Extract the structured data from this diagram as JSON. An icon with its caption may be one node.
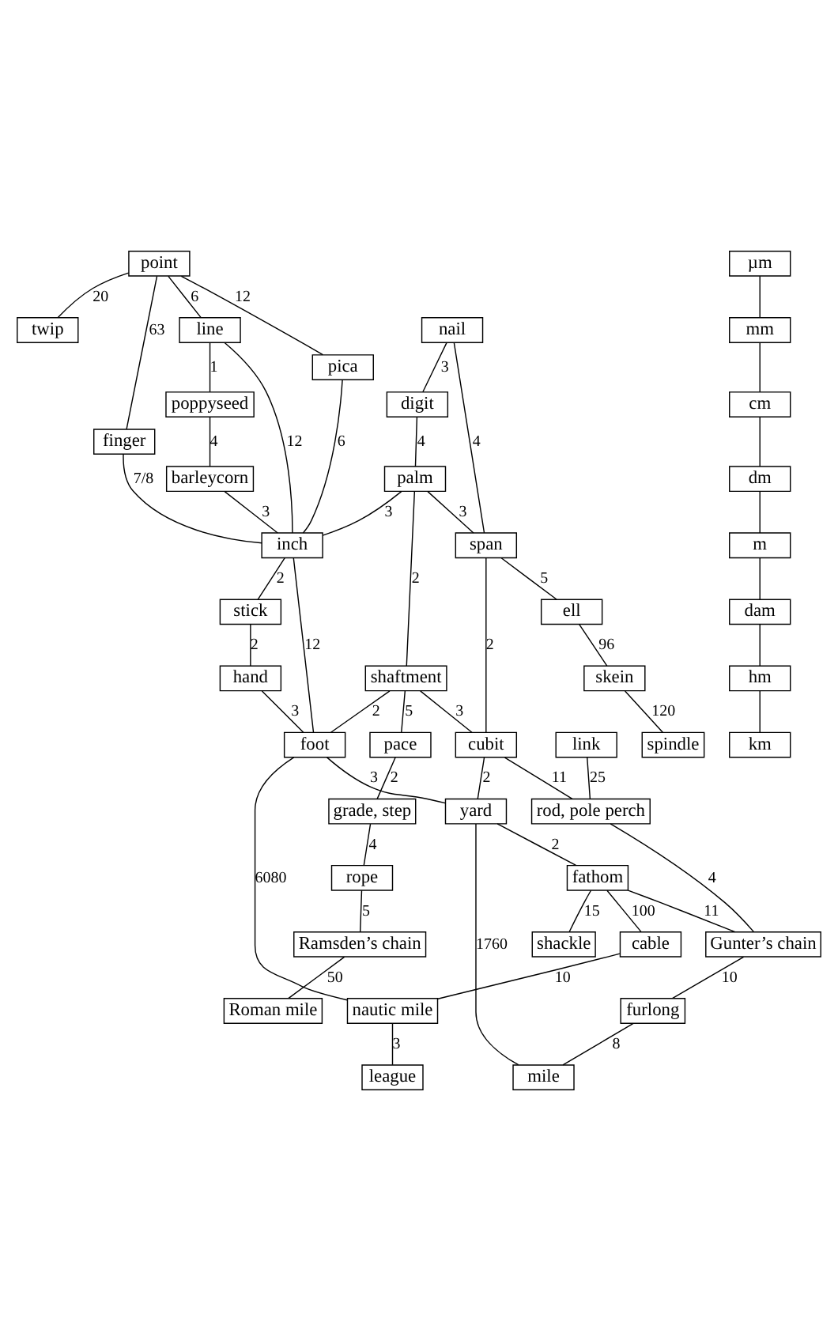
{
  "diagram": {
    "nodes": [
      {
        "text": [
          "twip"
        ]
      },
      {
        "text": [
          "point"
        ]
      },
      {
        "text": [
          "µm"
        ]
      },
      {
        "text": [
          "pica"
        ]
      },
      {
        "text": [
          "line"
        ]
      },
      {
        "text": [
          "poppyseed"
        ]
      },
      {
        "text": [
          "mm"
        ]
      },
      {
        "text": [
          "barleycorn"
        ]
      },
      {
        "text": [
          "digit"
        ]
      },
      {
        "text": [
          "finger"
        ]
      },
      {
        "text": [
          "inch"
        ]
      },
      {
        "text": [
          "nail"
        ]
      },
      {
        "text": [
          "stick"
        ]
      },
      {
        "text": [
          "cm"
        ]
      },
      {
        "text": [
          "palm"
        ]
      },
      {
        "text": [
          "hand"
        ]
      },
      {
        "text": [
          "link"
        ]
      },
      {
        "text": [
          "shaftment"
        ]
      },
      {
        "text": [
          "span"
        ]
      },
      {
        "text": [
          "foot"
        ]
      },
      {
        "text": [
          "cubit"
        ]
      },
      {
        "text": [
          "dm"
        ]
      },
      {
        "text": [
          "pace"
        ]
      },
      {
        "text": [
          "yard"
        ]
      },
      {
        "text": [
          "ell"
        ]
      },
      {
        "text": [
          "grade, step"
        ]
      },
      {
        "text": [
          "fathom"
        ]
      },
      {
        "text": [
          "rod, pole perch"
        ]
      },
      {
        "text": [
          "rope"
        ]
      },
      {
        "text": [
          "m"
        ]
      },
      {
        "text": [
          "Ramsden’s chain"
        ]
      },
      {
        "text": [
          "Gunter’s chain"
        ]
      },
      {
        "text": [
          "shackle"
        ]
      },
      {
        "text": [
          "dam"
        ]
      },
      {
        "text": [
          "skein"
        ]
      },
      {
        "text": [
          "furlong"
        ]
      },
      {
        "text": [
          "cable"
        ]
      },
      {
        "text": [
          "hm"
        ]
      },
      {
        "text": [
          "Roman mile"
        ]
      },
      {
        "text": [
          "mile"
        ]
      },
      {
        "text": [
          "nautic mile"
        ]
      },
      {
        "text": [
          "km"
        ]
      },
      {
        "text": [
          "league"
        ]
      },
      {
        "text": [
          "spindle"
        ]
      }
    ],
    "edges": [
      {
        "from": 1,
        "to": 0,
        "arrow": "none",
        "label": "20"
      },
      {
        "from": 1,
        "to": 3,
        "arrow": "none",
        "label": "12"
      },
      {
        "from": 1,
        "to": 4,
        "arrow": "none",
        "label": "6"
      },
      {
        "from": 1,
        "to": 9,
        "arrow": "none",
        "label": "63"
      },
      {
        "from": 4,
        "to": 5,
        "arrow": "none",
        "label": "1"
      },
      {
        "from": 5,
        "to": 7,
        "arrow": "none",
        "label": "4"
      },
      {
        "from": 4,
        "to": 10,
        "arrow": "none",
        "label": "12"
      },
      {
        "from": 3,
        "to": 10,
        "arrow": "none",
        "label": "6"
      },
      {
        "from": 7,
        "to": 10,
        "arrow": "none",
        "label": "3"
      },
      {
        "from": 9,
        "to": 10,
        "arrow": "none",
        "label": "7/8"
      },
      {
        "from": 10,
        "to": 12,
        "arrow": "none",
        "label": "2"
      },
      {
        "from": 11,
        "to": 8,
        "arrow": "none",
        "label": "3"
      },
      {
        "from": 8,
        "to": 14,
        "arrow": "none",
        "label": "4"
      },
      {
        "from": 14,
        "to": 10,
        "arrow": "none",
        "label": "3"
      },
      {
        "from": 11,
        "to": 18,
        "arrow": "none",
        "label": "4"
      },
      {
        "from": 14,
        "to": 18,
        "arrow": "none",
        "label": "3"
      },
      {
        "from": 10,
        "to": 19,
        "arrow": "none",
        "label": "12"
      },
      {
        "from": 12,
        "to": 15,
        "arrow": "none",
        "label": "2"
      },
      {
        "from": 15,
        "to": 19,
        "arrow": "none",
        "label": "3"
      },
      {
        "from": 14,
        "to": 17,
        "arrow": "none",
        "label": "2"
      },
      {
        "from": 17,
        "to": 20,
        "arrow": "none",
        "label": "3"
      },
      {
        "from": 17,
        "to": 19,
        "arrow": "none",
        "label": "2"
      },
      {
        "from": 17,
        "to": 22,
        "arrow": "none",
        "label": "5"
      },
      {
        "from": 18,
        "to": 20,
        "arrow": "none",
        "label": "2"
      },
      {
        "from": 18,
        "to": 24,
        "arrow": "none",
        "label": "5"
      },
      {
        "from": 20,
        "to": 23,
        "arrow": "none",
        "label": "2"
      },
      {
        "from": 19,
        "to": 23,
        "arrow": "none",
        "label": "3"
      },
      {
        "from": 22,
        "to": 25,
        "arrow": "none",
        "label": "2"
      },
      {
        "from": 20,
        "to": 27,
        "arrow": "none",
        "label": "11"
      },
      {
        "from": 16,
        "to": 27,
        "arrow": "none",
        "label": "25"
      },
      {
        "from": 23,
        "to": 26,
        "arrow": "none",
        "label": "2"
      },
      {
        "from": 23,
        "to": 39,
        "arrow": "none",
        "label": "1760"
      },
      {
        "from": 25,
        "to": 28,
        "arrow": "none",
        "label": "4"
      },
      {
        "from": 28,
        "to": 30,
        "arrow": "none",
        "label": "5"
      },
      {
        "from": 27,
        "to": 31,
        "arrow": "none",
        "label": "4"
      },
      {
        "from": 26,
        "to": 31,
        "arrow": "none",
        "label": "11"
      },
      {
        "from": 26,
        "to": 32,
        "arrow": "none",
        "label": "15"
      },
      {
        "from": 19,
        "to": 40,
        "arrow": "none",
        "label": "6080"
      },
      {
        "from": 26,
        "to": 36,
        "arrow": "none",
        "label": "100"
      },
      {
        "from": 24,
        "to": 34,
        "arrow": "none",
        "label": "96"
      },
      {
        "from": 31,
        "to": 35,
        "arrow": "none",
        "label": "10"
      },
      {
        "from": 30,
        "to": 38,
        "arrow": "none",
        "label": "50"
      },
      {
        "from": 34,
        "to": 43,
        "arrow": "none",
        "label": "120"
      },
      {
        "from": 35,
        "to": 39,
        "arrow": "none",
        "label": "8"
      },
      {
        "from": 36,
        "to": 40,
        "arrow": "none",
        "label": "10"
      },
      {
        "from": 40,
        "to": 42,
        "arrow": "none",
        "label": "3"
      },
      {
        "from": 2,
        "to": 6,
        "arrow": "none"
      },
      {
        "from": 6,
        "to": 13,
        "arrow": "none"
      },
      {
        "from": 13,
        "to": 21,
        "arrow": "none"
      },
      {
        "from": 21,
        "to": 29,
        "arrow": "none"
      },
      {
        "from": 29,
        "to": 33,
        "arrow": "none"
      },
      {
        "from": 33,
        "to": 37,
        "arrow": "none"
      },
      {
        "from": 37,
        "to": 41,
        "arrow": "none"
      }
    ]
  }
}
